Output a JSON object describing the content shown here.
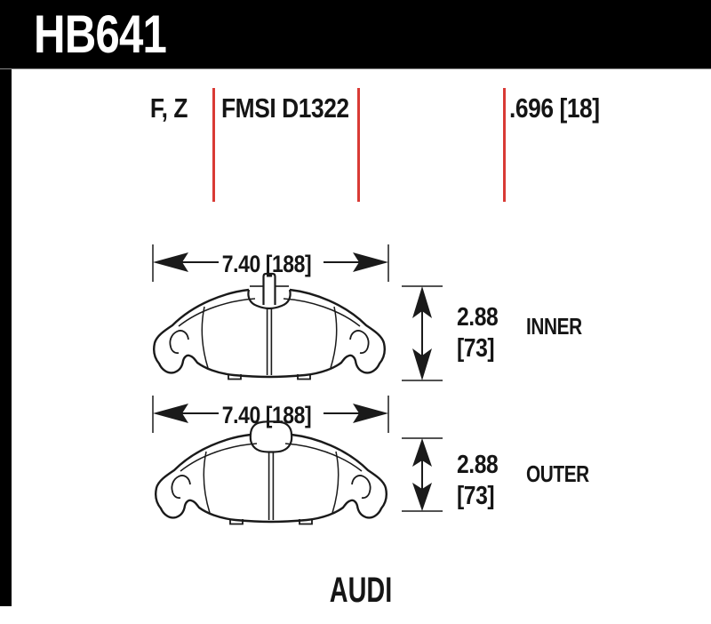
{
  "header": {
    "part_number": "HB641"
  },
  "specs": {
    "compounds": "F, Z",
    "fmsi": "FMSI D1322",
    "thickness": ".696 [18]"
  },
  "pads": [
    {
      "label": "INNER",
      "width": "7.40 [188]",
      "height_in": "2.88",
      "height_mm": "[73]"
    },
    {
      "label": "OUTER",
      "width": "7.40 [188]",
      "height_in": "2.88",
      "height_mm": "[73]"
    }
  ],
  "vehicle": "AUDI",
  "colors": {
    "accent_red": "#d93a35",
    "header_bg": "#000000",
    "ink": "#1a1a1a"
  }
}
